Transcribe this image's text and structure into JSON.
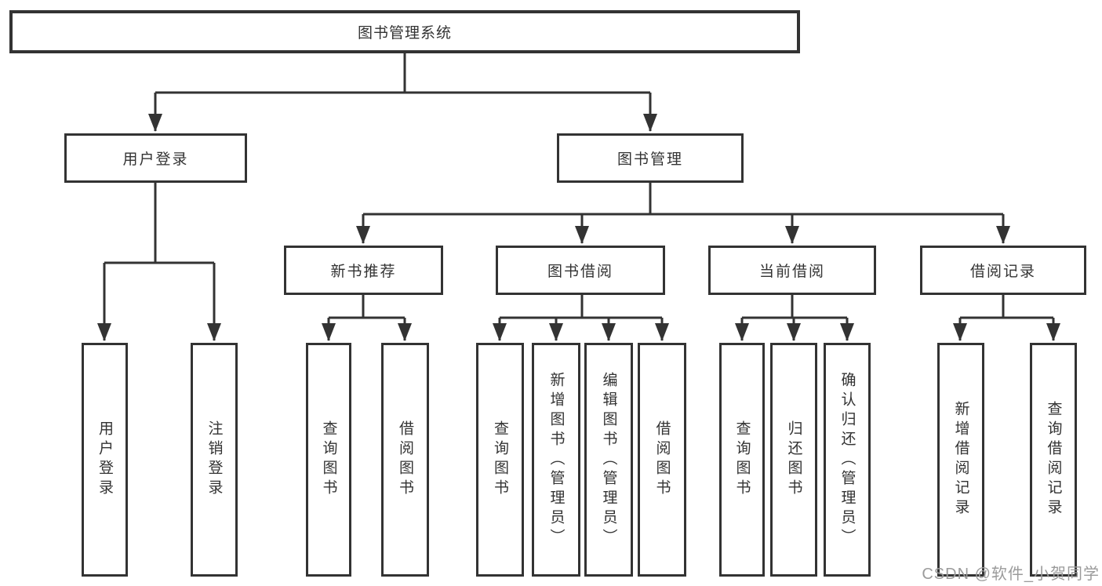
{
  "diagram": {
    "root": "图书管理系统",
    "branches": [
      {
        "label": "用户登录",
        "leaves": [
          "用户登录",
          "注销登录"
        ]
      },
      {
        "label": "图书管理",
        "groups": [
          {
            "label": "新书推荐",
            "leaves": [
              "查询图书",
              "借阅图书"
            ]
          },
          {
            "label": "图书借阅",
            "leaves": [
              "查询图书",
              "新增图书（管理员）",
              "编辑图书（管理员）",
              "借阅图书"
            ]
          },
          {
            "label": "当前借阅",
            "leaves": [
              "查询图书",
              "归还图书",
              "确认归还（管理员）"
            ]
          },
          {
            "label": "借阅记录",
            "leaves": [
              "新增借阅记录",
              "查询借阅记录"
            ]
          }
        ]
      }
    ]
  },
  "watermark": "CSDN @软件_小贺同学",
  "colors": {
    "line": "#333333",
    "text": "#333333",
    "background": "#ffffff",
    "watermark": "#9b9b9b"
  }
}
